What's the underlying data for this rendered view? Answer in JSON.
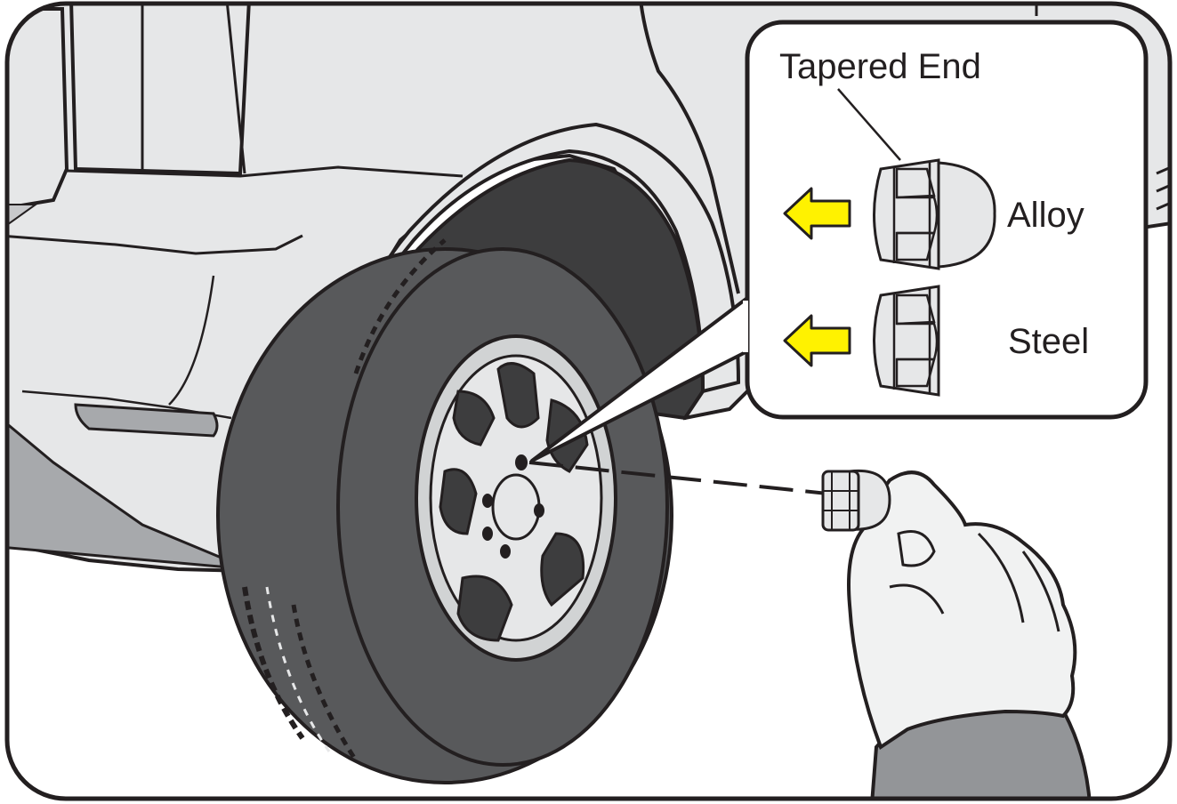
{
  "labels": {
    "tapered_end": "Tapered End",
    "alloy": "Alloy",
    "steel": "Steel"
  },
  "colors": {
    "outline": "#231f20",
    "body": "#e6e7e8",
    "wheel_well": "#3d3d3e",
    "tire": "#58595b",
    "arrow": "#fff200",
    "sleeve": "#939598"
  },
  "icons": {
    "direction_arrow": "arrow-left-icon",
    "alloy_nut": "lug-nut-tapered-icon",
    "steel_nut": "lug-nut-icon"
  }
}
